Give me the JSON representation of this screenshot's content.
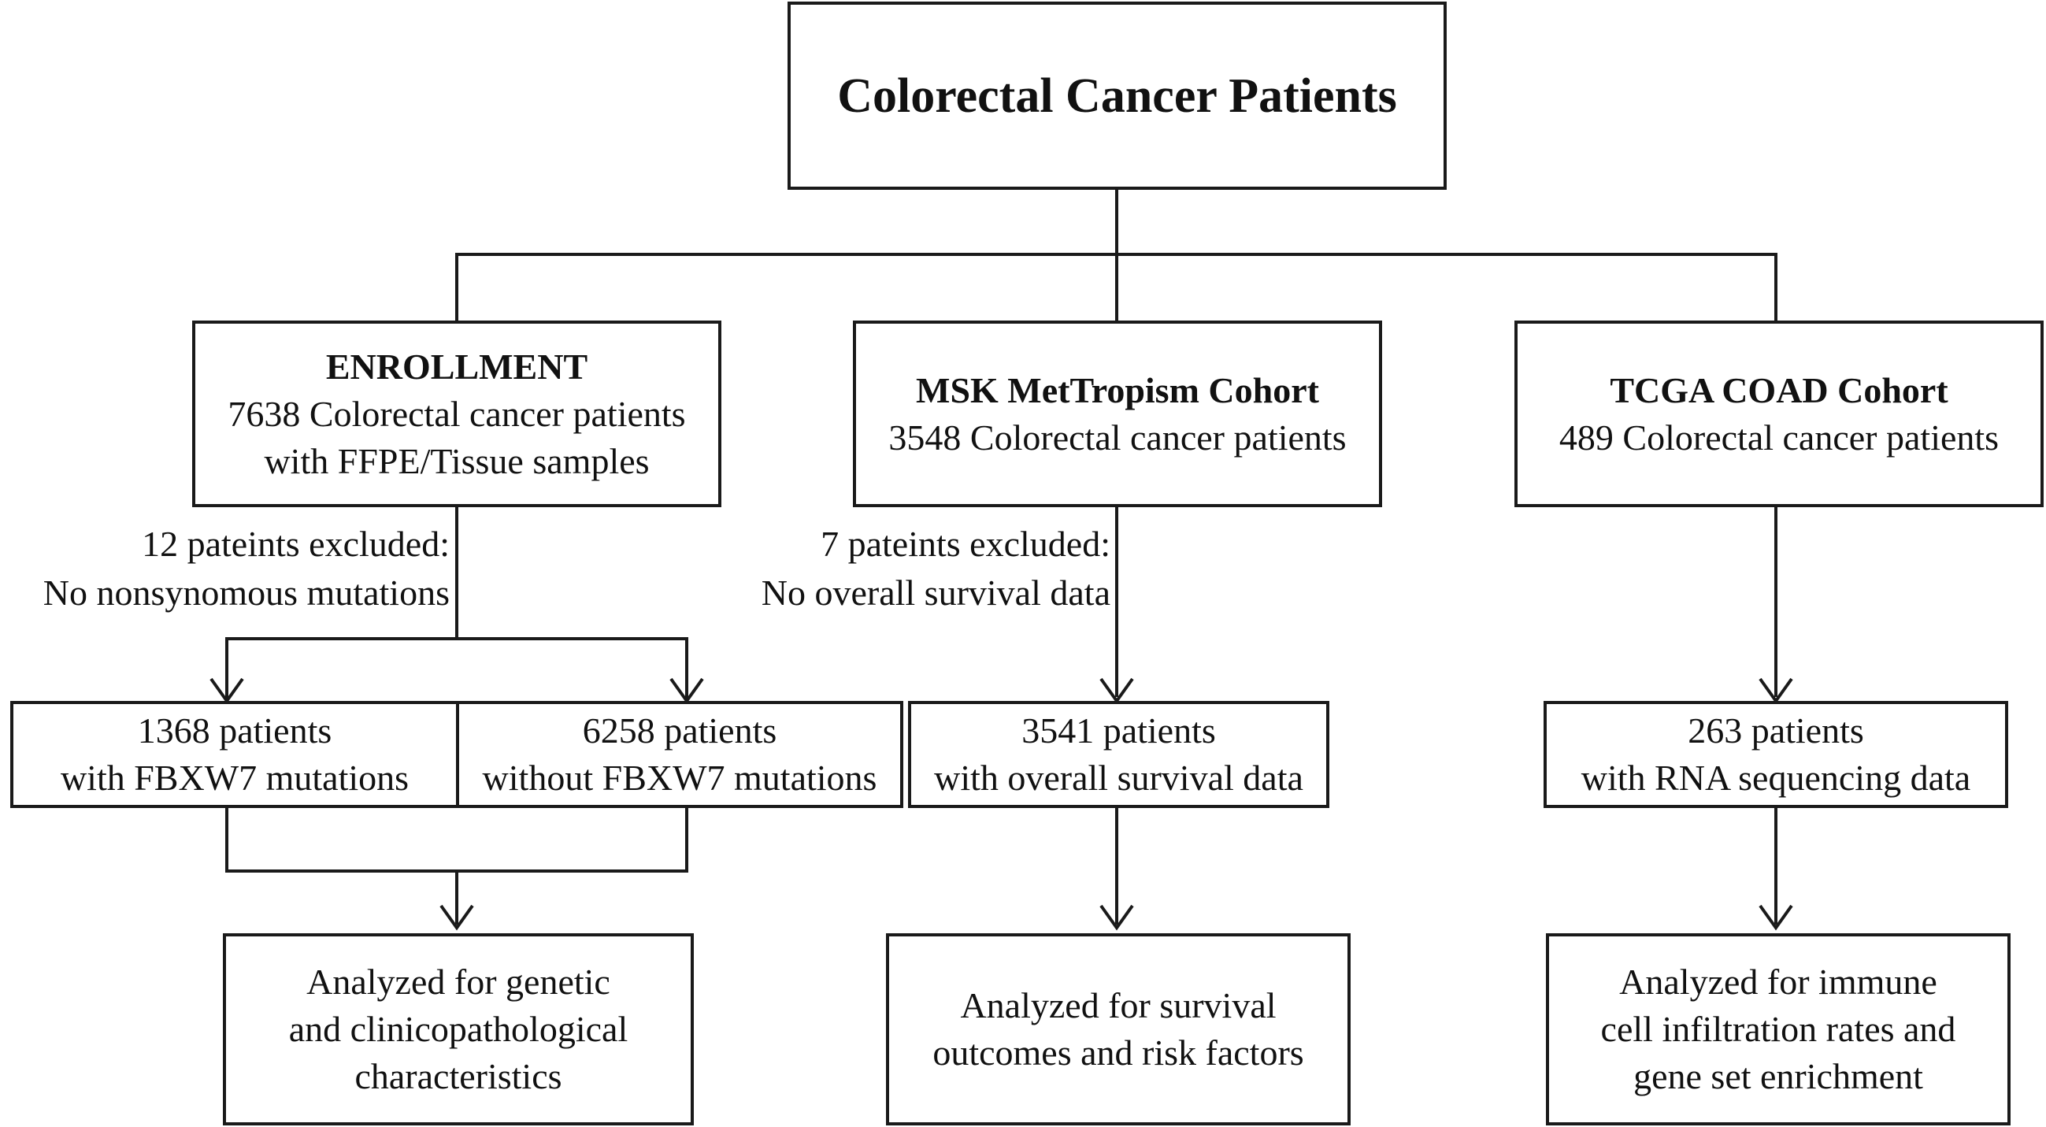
{
  "top": {
    "title": "Colorectal Cancer Patients"
  },
  "enrollment": {
    "title": "ENROLLMENT",
    "line1": "7638 Colorectal cancer patients",
    "line2": "with FFPE/Tissue samples"
  },
  "msk": {
    "title": "MSK MetTropism Cohort",
    "line1": "3548 Colorectal cancer patients"
  },
  "tcga": {
    "title": "TCGA COAD Cohort",
    "line1": "489 Colorectal cancer patients"
  },
  "exclusions": {
    "enrollment": {
      "line1": "12 pateints excluded:",
      "line2": "No nonsynomous mutations"
    },
    "msk": {
      "line1": "7 pateints excluded:",
      "line2": "No overall survival data"
    }
  },
  "with_fbxw7": {
    "line1": "1368 patients",
    "line2": "with FBXW7 mutations"
  },
  "without_fbxw7": {
    "line1": "6258 patients",
    "line2": "without FBXW7 mutations"
  },
  "msk_survival": {
    "line1": "3541 patients",
    "line2": "with overall survival data"
  },
  "tcga_rna": {
    "line1": "263 patients",
    "line2": "with RNA sequencing data"
  },
  "analysis": {
    "genetic": [
      "Analyzed for genetic",
      "and clinicopathological",
      "characteristics"
    ],
    "survival": [
      "Analyzed for survival",
      "outcomes and risk factors"
    ],
    "immune": [
      "Analyzed for immune",
      "cell infiltration rates and",
      "gene set enrichment"
    ]
  }
}
